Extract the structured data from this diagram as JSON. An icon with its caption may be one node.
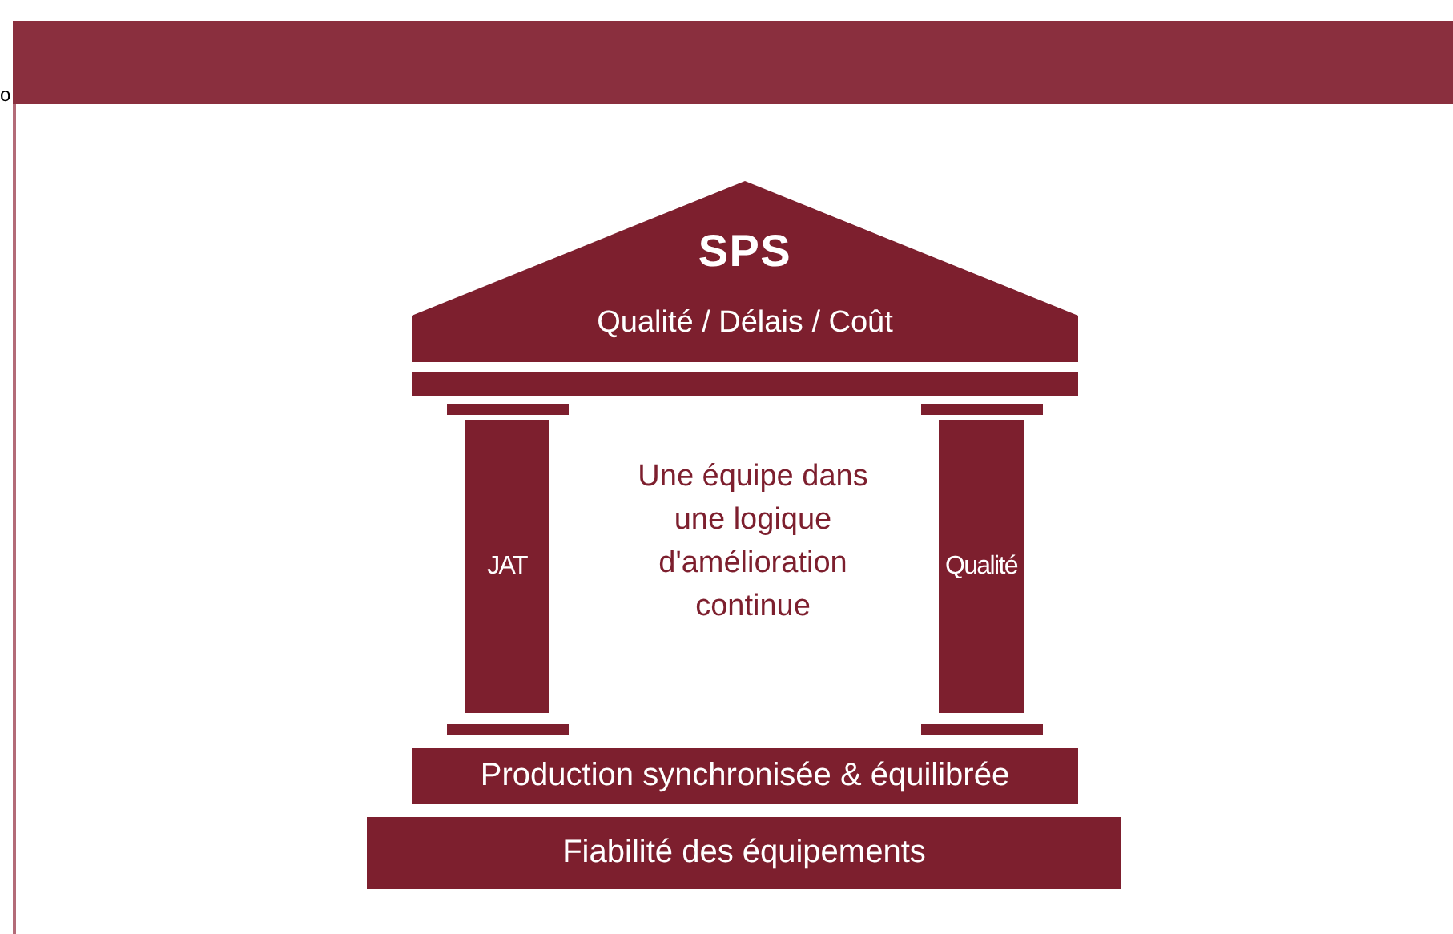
{
  "diagram": {
    "nodes": [
      {
        "text": [
          "SPS",
          "Qualité / Délais / Coût"
        ]
      },
      {
        "text": [],
        "shape": "bar"
      },
      {
        "text": [
          "JAT"
        ]
      },
      {
        "text": [
          "Qualité"
        ]
      },
      {
        "text": [
          "Production synchronisée & équilibrée"
        ]
      },
      {
        "text": [
          "Fiabilité des équipements"
        ]
      }
    ],
    "labels": [
      "o",
      "Une équipe dans une logique d'amélioration continue"
    ]
  }
}
